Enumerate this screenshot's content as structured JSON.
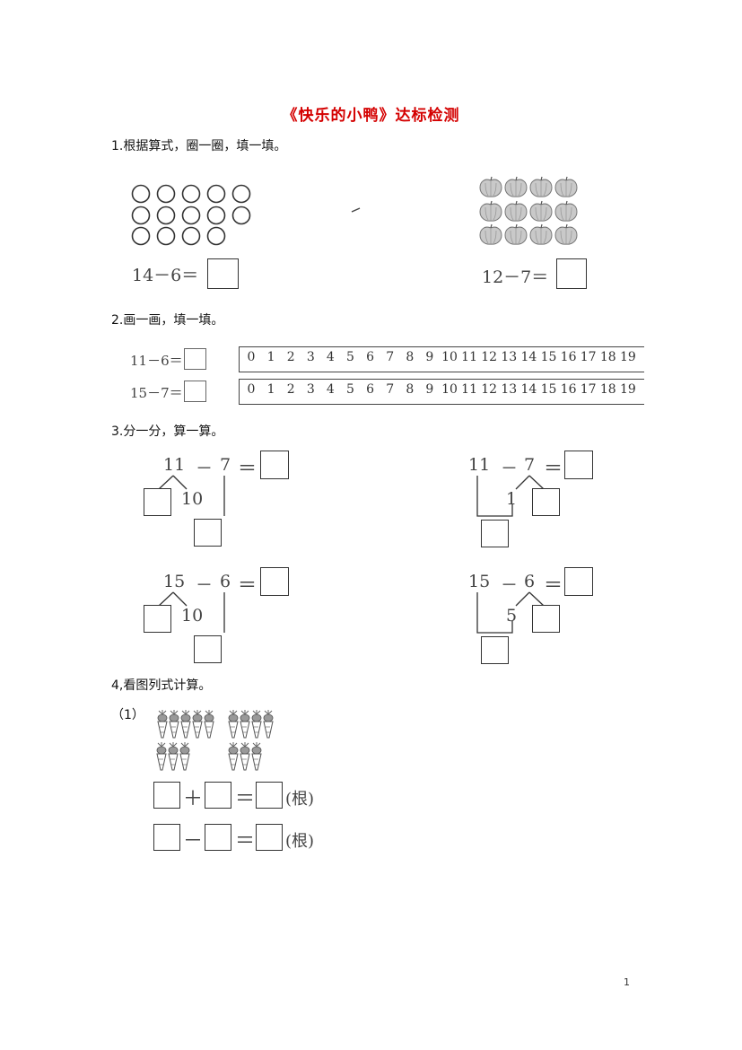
{
  "title": "《快乐的小鸭》达标检测",
  "q1": {
    "heading": "1.根据算式，圈一圈，填一填。",
    "left": {
      "expr": "14－6＝",
      "circles": 14,
      "icon": "circle-icon"
    },
    "right": {
      "expr": "12－7＝",
      "items": 12,
      "icon": "apple-icon"
    }
  },
  "q2": {
    "heading": "2.画一画，填一填。",
    "rows": [
      {
        "expr": "11－6＝"
      },
      {
        "expr": "15－7＝"
      }
    ],
    "ruler": [
      "0",
      "1",
      "2",
      "3",
      "4",
      "5",
      "6",
      "7",
      "8",
      "9",
      "10",
      "11",
      "12",
      "13",
      "14",
      "15",
      "16",
      "17",
      "18",
      "19"
    ]
  },
  "q3": {
    "heading": "3.分一分，算一算。",
    "problems": [
      {
        "a": "11",
        "op": "－",
        "b": "7",
        "eq": "＝",
        "split": "10"
      },
      {
        "a": "11",
        "op": "－",
        "b": "7",
        "eq": "＝",
        "split": "1"
      },
      {
        "a": "15",
        "op": "－",
        "b": "6",
        "eq": "＝",
        "split": "10"
      },
      {
        "a": "15",
        "op": "－",
        "b": "6",
        "eq": "＝",
        "split": "5"
      }
    ]
  },
  "q4": {
    "heading": "4,看图列式计算。",
    "sub_label": "（1）",
    "icon": "carrot-icon",
    "row1": {
      "op": "＋",
      "eq": "＝",
      "unit": "(根)"
    },
    "row2": {
      "op": "－",
      "eq": "＝",
      "unit": "(根)"
    }
  },
  "page_number": "1"
}
